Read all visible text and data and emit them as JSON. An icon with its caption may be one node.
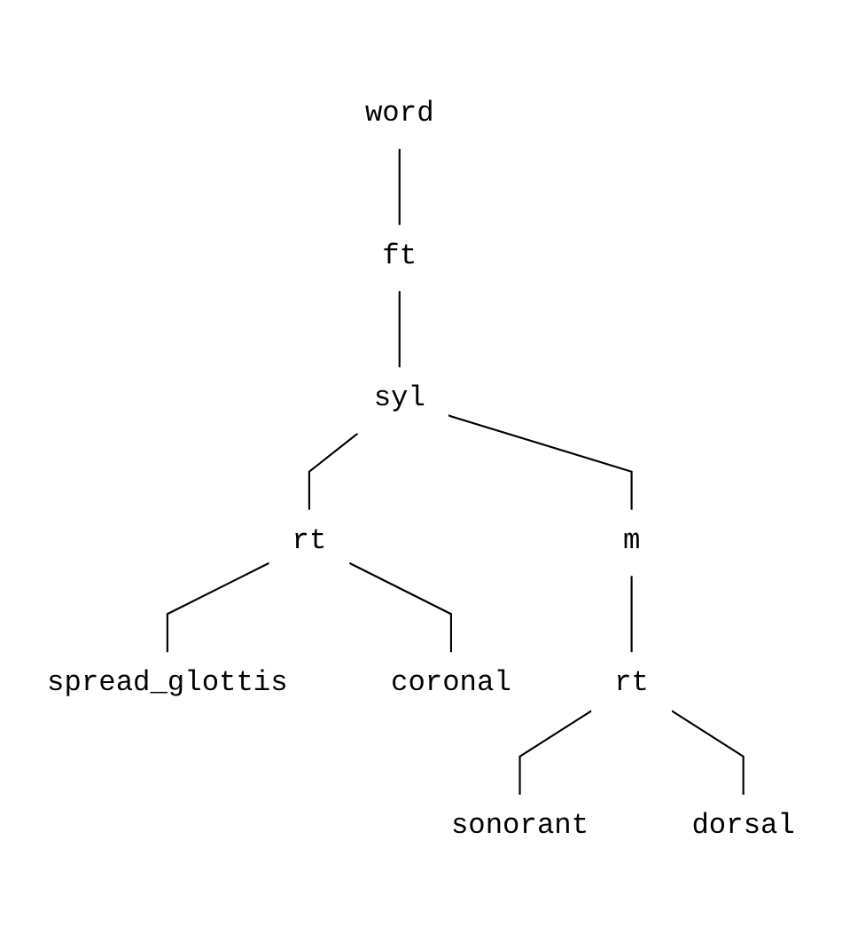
{
  "diagram": {
    "nodes": [
      {
        "text": [
          "word"
        ]
      },
      {
        "text": [
          "ft"
        ]
      },
      {
        "text": [
          "syl"
        ]
      },
      {
        "text": [
          "rt"
        ]
      },
      {
        "text": [
          "m"
        ]
      },
      {
        "text": [
          "spread_glottis"
        ]
      },
      {
        "text": [
          "coronal"
        ]
      },
      {
        "text": [
          "rt"
        ]
      },
      {
        "text": [
          "sonorant"
        ]
      },
      {
        "text": [
          "dorsal"
        ]
      }
    ],
    "edges": [
      {
        "from": 0,
        "to": 1,
        "arrow": "none"
      },
      {
        "from": 1,
        "to": 2,
        "arrow": "none"
      },
      {
        "from": 2,
        "to": 3,
        "arrow": "none"
      },
      {
        "from": 2,
        "to": 4,
        "arrow": "none"
      },
      {
        "from": 3,
        "to": 5,
        "arrow": "none"
      },
      {
        "from": 3,
        "to": 6,
        "arrow": "none"
      },
      {
        "from": 4,
        "to": 7,
        "arrow": "none"
      },
      {
        "from": 7,
        "to": 8,
        "arrow": "none"
      },
      {
        "from": 7,
        "to": 9,
        "arrow": "none"
      }
    ]
  }
}
